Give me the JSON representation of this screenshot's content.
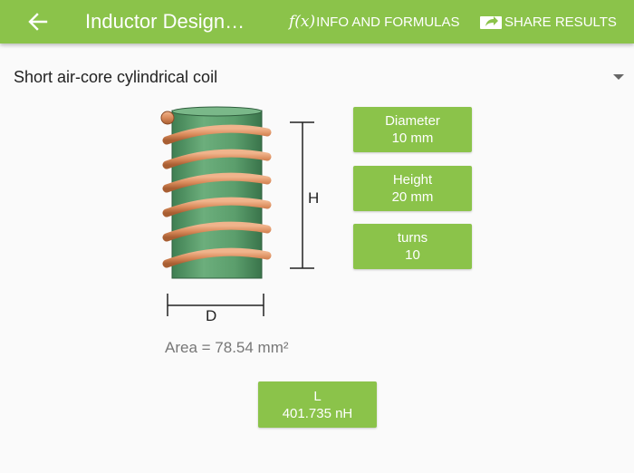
{
  "colors": {
    "accent": "#8bc34a",
    "copper": "#d98a5a",
    "core": "#5b9e6c"
  },
  "appbar": {
    "back_icon": "arrow-left-icon",
    "title": "Inductor Design…",
    "info": {
      "icon_text": "f(x)",
      "label": "INFO AND FORMULAS"
    },
    "share": {
      "icon": "share-icon",
      "label": "SHARE RESULTS"
    }
  },
  "selector": {
    "value": "Short air-core cylindrical coil",
    "caret_icon": "dropdown-caret-icon"
  },
  "diagram": {
    "height_label": "H",
    "diameter_label": "D",
    "turns_drawn": 6
  },
  "params": {
    "diameter": {
      "label": "Diameter",
      "value": "10 mm"
    },
    "height": {
      "label": "Height",
      "value": "20 mm"
    },
    "turns": {
      "label": "turns",
      "value": "10"
    }
  },
  "area": {
    "label": "Area = ",
    "value": "78.54 mm²"
  },
  "result": {
    "label": "L",
    "value": "401.735 nH"
  }
}
